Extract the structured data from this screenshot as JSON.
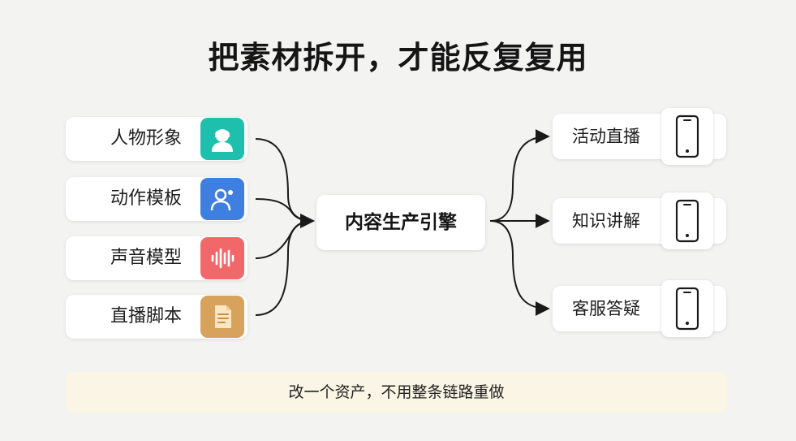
{
  "title": "把素材拆开，才能反复复用",
  "inputs": [
    {
      "label": "人物形象",
      "icon": "person-avatar-icon",
      "color": "#1fbfae"
    },
    {
      "label": "动作模板",
      "icon": "user-gesture-icon",
      "color": "#3f7fe0"
    },
    {
      "label": "声音模型",
      "icon": "sound-wave-icon",
      "color": "#f2686a"
    },
    {
      "label": "直播脚本",
      "icon": "document-icon",
      "color": "#d7a25c"
    }
  ],
  "engine": {
    "label": "内容生产引擎"
  },
  "outputs": [
    {
      "label": "活动直播",
      "icon": "smartphone-icon"
    },
    {
      "label": "知识讲解",
      "icon": "smartphone-icon"
    },
    {
      "label": "客服答疑",
      "icon": "smartphone-icon"
    }
  ],
  "footer": "改一个资产，不用整条链路重做"
}
